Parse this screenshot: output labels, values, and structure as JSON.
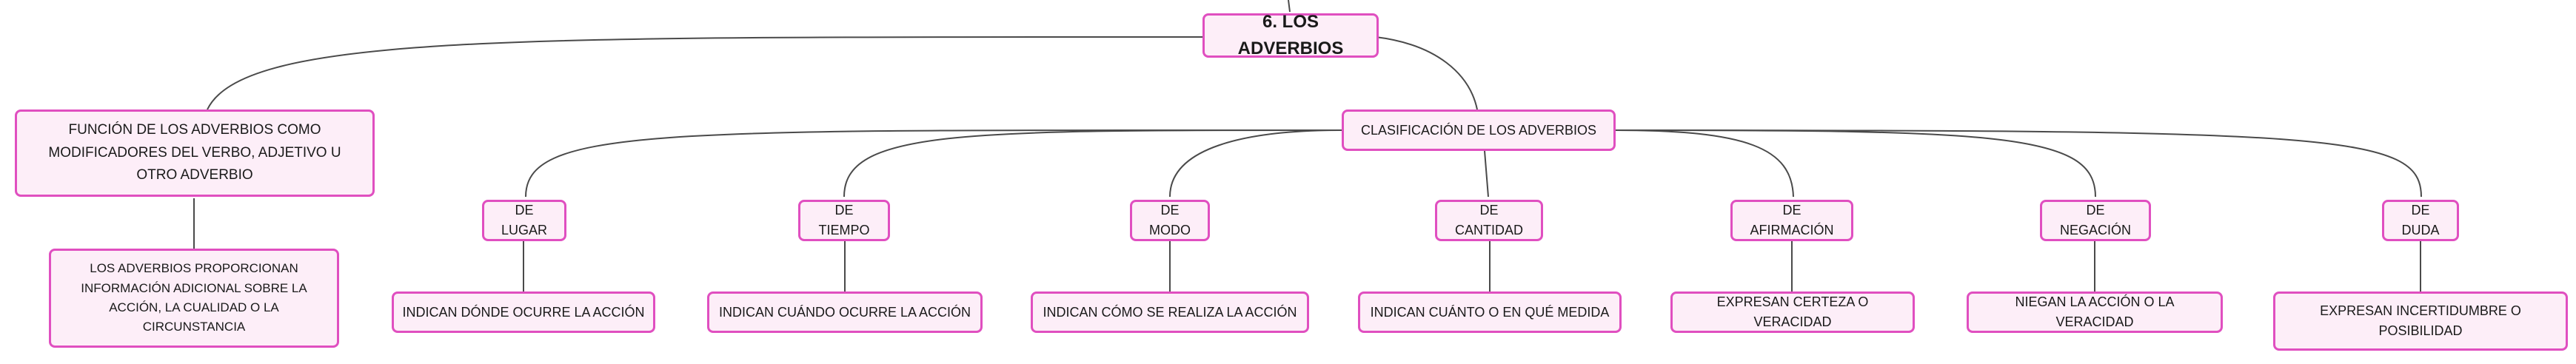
{
  "root": "6. LOS ADVERBIOS",
  "function_node": {
    "title": "FUNCIÓN DE LOS ADVERBIOS COMO MODIFICADORES DEL VERBO, ADJETIVO U OTRO ADVERBIO",
    "detail": "LOS ADVERBIOS PROPORCIONAN INFORMACIÓN ADICIONAL SOBRE LA ACCIÓN, LA CUALIDAD O LA CIRCUNSTANCIA"
  },
  "classification": {
    "title": "CLASIFICACIÓN DE LOS ADVERBIOS",
    "types": [
      {
        "label": "DE LUGAR",
        "description": "INDICAN DÓNDE OCURRE LA ACCIÓN"
      },
      {
        "label": "DE TIEMPO",
        "description": "INDICAN CUÁNDO OCURRE LA ACCIÓN"
      },
      {
        "label": "DE MODO",
        "description": "INDICAN CÓMO SE REALIZA LA ACCIÓN"
      },
      {
        "label": "DE CANTIDAD",
        "description": "INDICAN CUÁNTO O EN QUÉ MEDIDA"
      },
      {
        "label": "DE AFIRMACIÓN",
        "description": "EXPRESAN CERTEZA O VERACIDAD"
      },
      {
        "label": "DE NEGACIÓN",
        "description": "NIEGAN LA ACCIÓN O LA VERACIDAD"
      },
      {
        "label": "DE DUDA",
        "description": "EXPRESAN INCERTIDUMBRE O POSIBILIDAD"
      }
    ]
  },
  "colors": {
    "node_fill": "#fdeef8",
    "node_border": "#e04fc0",
    "connector": "#4a4a4a"
  }
}
